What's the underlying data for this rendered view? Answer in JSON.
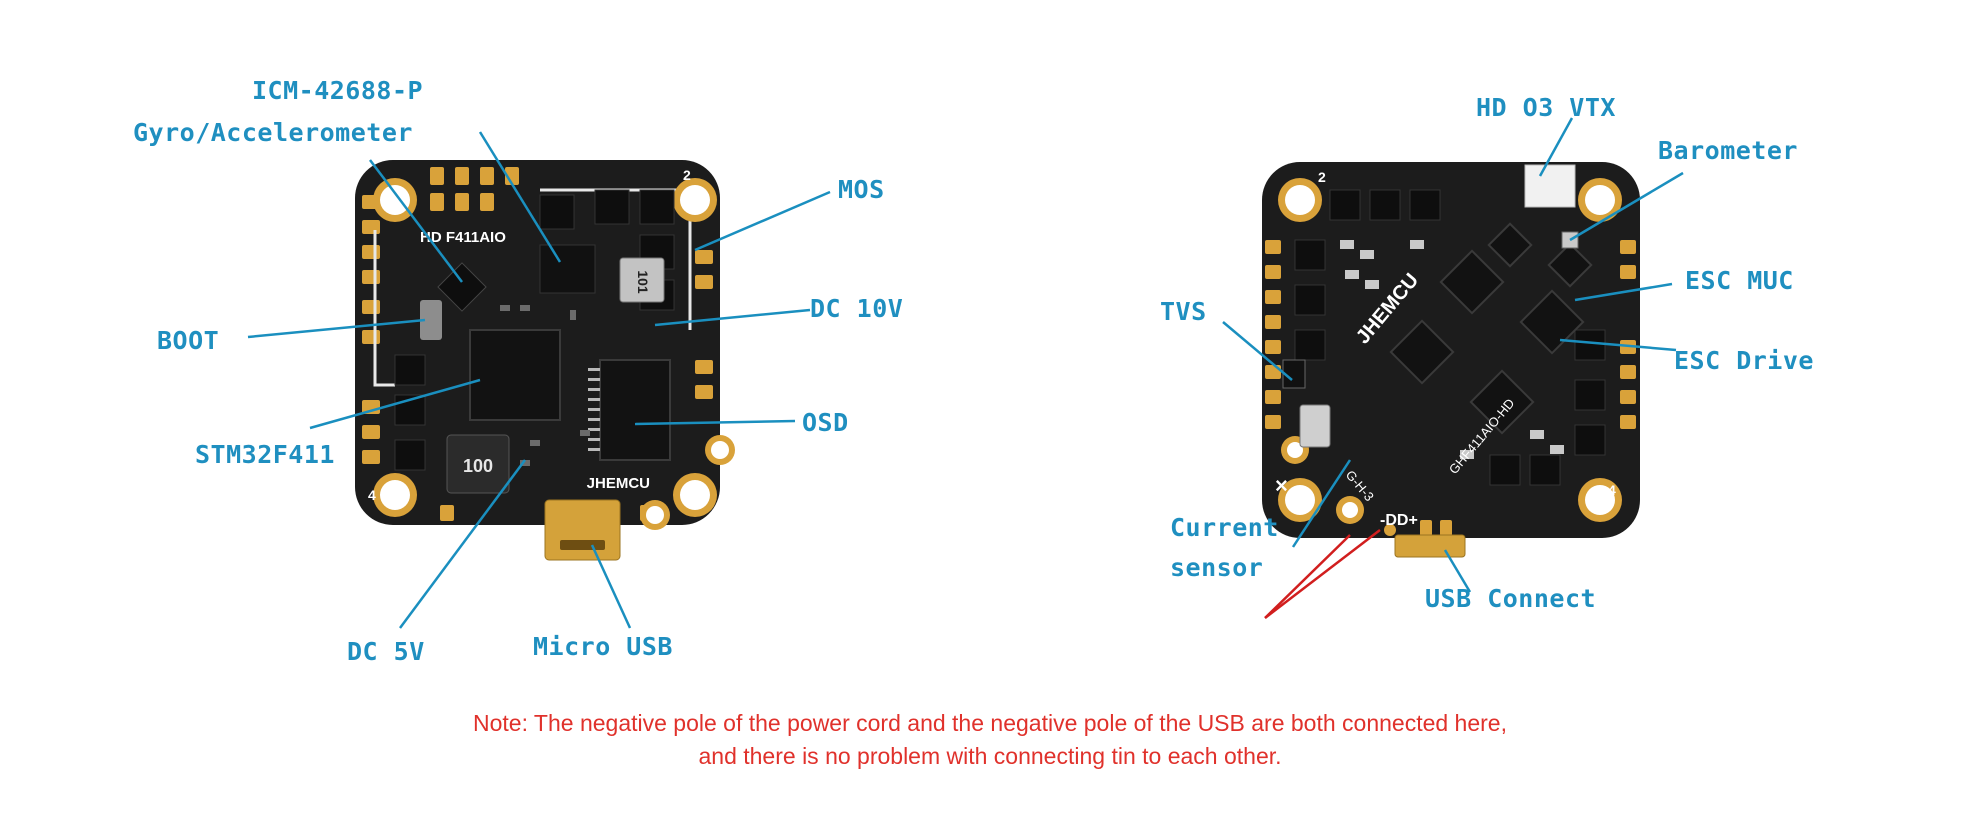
{
  "colors": {
    "label": "#1f8fc0",
    "leader_line": "#1a8fbf",
    "note": "#e0312b",
    "pcb": "#1c1c1c",
    "pad_gold": "#d9a23a",
    "silk": "#ffffff"
  },
  "left_board": {
    "silkscreen_model": "HD F411AIO",
    "silkscreen_brand": "JHEMCU",
    "inductor_large": "100",
    "inductor_small": "101",
    "labels": {
      "icm": "ICM-42688-P",
      "gyro": "Gyro/Accelerometer",
      "mos": "MOS",
      "boot": "BOOT",
      "dc10v": "DC 10V",
      "osd": "OSD",
      "stm32": "STM32F411",
      "dc5v": "DC 5V",
      "micro_usb": "Micro USB"
    }
  },
  "right_board": {
    "silkscreen_brand": "JHEMCU",
    "silkscreen_model": "GHF411AIO-HD",
    "silkscreen_pads": "G-H-3",
    "usb_pads": "-DD+",
    "labels": {
      "hd_vtx": "HD O3 VTX",
      "barometer": "Barometer",
      "esc_muc": "ESC MUC",
      "esc_drive": "ESC Drive",
      "tvs": "TVS",
      "current_line1": "Current",
      "current_line2": "sensor",
      "usb_connect": "USB Connect"
    }
  },
  "note": {
    "line1": "Note: The negative pole of the power cord and the negative pole of the USB are both connected here,",
    "line2": "and there is no problem with connecting tin to each other."
  }
}
